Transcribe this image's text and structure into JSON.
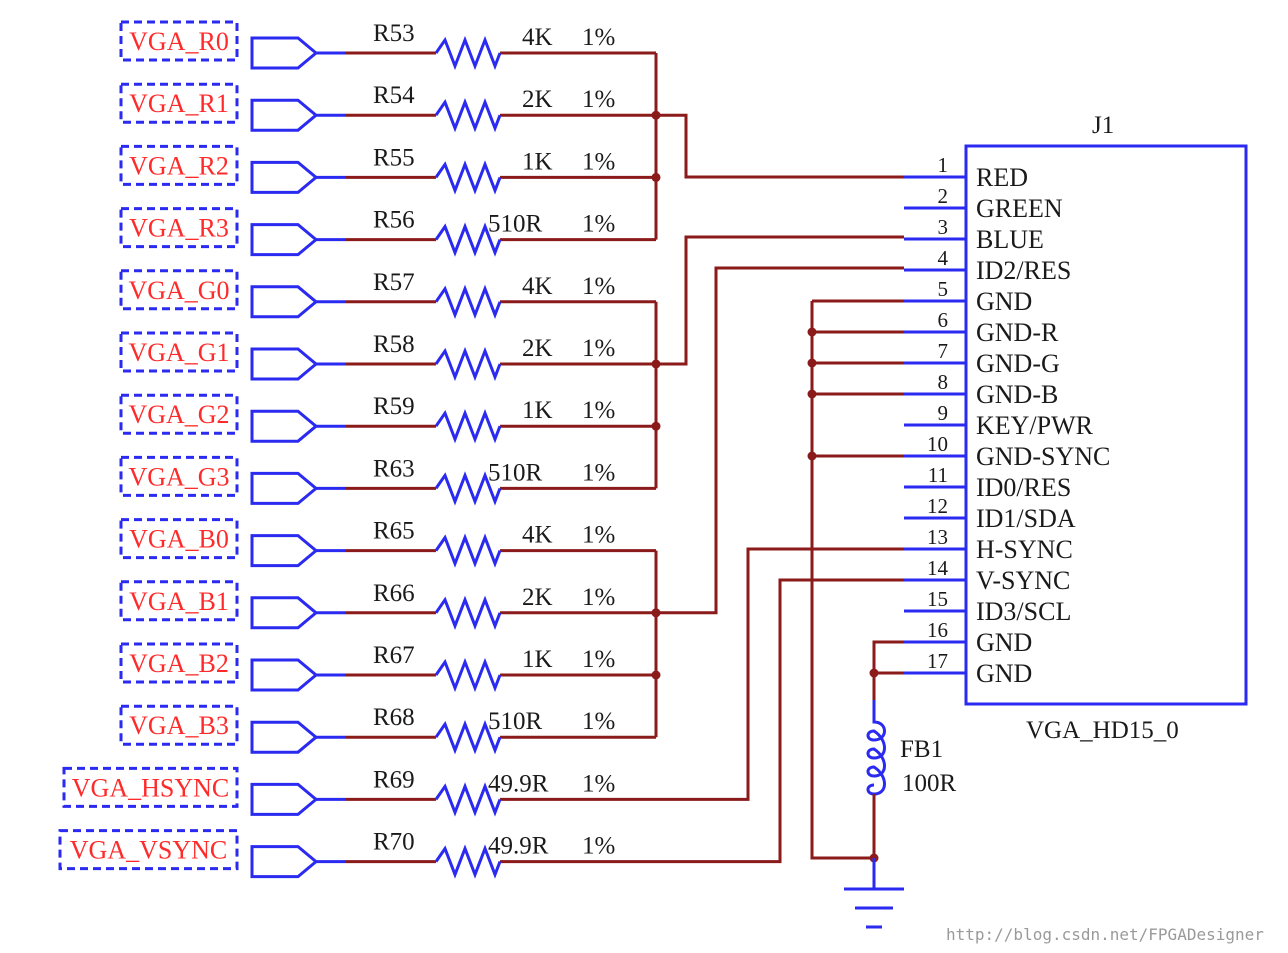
{
  "colors": {
    "component": "#2a2af0",
    "wire": "#8b1a1a",
    "label": "#ff2a2a",
    "text": "#1a1a1a",
    "watermark": "#9a9a9a"
  },
  "channels": [
    {
      "net": "VGA_R0",
      "ref": "R53",
      "value": "4K",
      "tol": "1%"
    },
    {
      "net": "VGA_R1",
      "ref": "R54",
      "value": "2K",
      "tol": "1%"
    },
    {
      "net": "VGA_R2",
      "ref": "R55",
      "value": "1K",
      "tol": "1%"
    },
    {
      "net": "VGA_R3",
      "ref": "R56",
      "value": "510R",
      "tol": "1%"
    },
    {
      "net": "VGA_G0",
      "ref": "R57",
      "value": "4K",
      "tol": "1%"
    },
    {
      "net": "VGA_G1",
      "ref": "R58",
      "value": "2K",
      "tol": "1%"
    },
    {
      "net": "VGA_G2",
      "ref": "R59",
      "value": "1K",
      "tol": "1%"
    },
    {
      "net": "VGA_G3",
      "ref": "R63",
      "value": "510R",
      "tol": "1%"
    },
    {
      "net": "VGA_B0",
      "ref": "R65",
      "value": "4K",
      "tol": "1%"
    },
    {
      "net": "VGA_B1",
      "ref": "R66",
      "value": "2K",
      "tol": "1%"
    },
    {
      "net": "VGA_B2",
      "ref": "R67",
      "value": "1K",
      "tol": "1%"
    },
    {
      "net": "VGA_B3",
      "ref": "R68",
      "value": "510R",
      "tol": "1%"
    },
    {
      "net": "VGA_HSYNC",
      "ref": "R69",
      "value": "49.9R",
      "tol": "1%"
    },
    {
      "net": "VGA_VSYNC",
      "ref": "R70",
      "value": "49.9R",
      "tol": "1%"
    }
  ],
  "connector": {
    "ref": "J1",
    "name": "VGA_HD15_0",
    "pins": [
      {
        "num": "1",
        "name": "RED"
      },
      {
        "num": "2",
        "name": "GREEN"
      },
      {
        "num": "3",
        "name": "BLUE"
      },
      {
        "num": "4",
        "name": "ID2/RES"
      },
      {
        "num": "5",
        "name": "GND"
      },
      {
        "num": "6",
        "name": "GND-R"
      },
      {
        "num": "7",
        "name": "GND-G"
      },
      {
        "num": "8",
        "name": "GND-B"
      },
      {
        "num": "9",
        "name": "KEY/PWR"
      },
      {
        "num": "10",
        "name": "GND-SYNC"
      },
      {
        "num": "11",
        "name": "ID0/RES"
      },
      {
        "num": "12",
        "name": "ID1/SDA"
      },
      {
        "num": "13",
        "name": "H-SYNC"
      },
      {
        "num": "14",
        "name": "V-SYNC"
      },
      {
        "num": "15",
        "name": "ID3/SCL"
      },
      {
        "num": "16",
        "name": "GND"
      },
      {
        "num": "17",
        "name": "GND"
      }
    ]
  },
  "ferrite": {
    "ref": "FB1",
    "value": "100R"
  },
  "watermark": "http://blog.csdn.net/FPGADesigner"
}
